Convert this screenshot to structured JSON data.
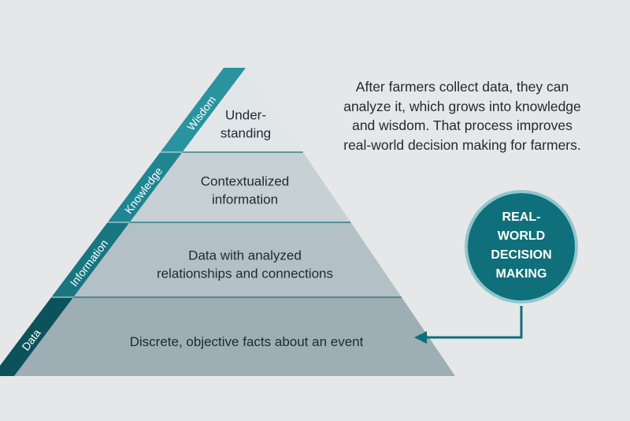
{
  "pyramid": {
    "tiers": [
      {
        "label_lines": [
          "Under-",
          "standing"
        ],
        "band": "Wisdom"
      },
      {
        "label_lines": [
          "Contextualized",
          "information"
        ],
        "band": "Knowledge"
      },
      {
        "label_lines": [
          "Data with analyzed",
          "relationships and connections"
        ],
        "band": "Information"
      },
      {
        "label_lines": [
          "Discrete, objective facts about an event"
        ],
        "band": "Data"
      }
    ]
  },
  "description": {
    "lines": [
      "After farmers collect data, they can",
      "analyze it, which grows into knowledge",
      "and wisdom. That process improves",
      "real-world decision making for farmers."
    ]
  },
  "callout": {
    "lines": [
      "REAL-",
      "WORLD",
      "DECISION",
      "MAKING"
    ]
  },
  "colors": {
    "background": "#e6e7e8",
    "tier_fills": [
      "#e1e6e8",
      "#c7d1d5",
      "#b3c0c5",
      "#9daeb4"
    ],
    "divider": "#16707a",
    "band_fills": [
      "#2a93a0",
      "#1f8591",
      "#177680",
      "#0c525b"
    ],
    "circle_fill": "#0f6f7b",
    "circle_stroke": "#8fc7cd",
    "arrow": "#0f6f7b"
  }
}
